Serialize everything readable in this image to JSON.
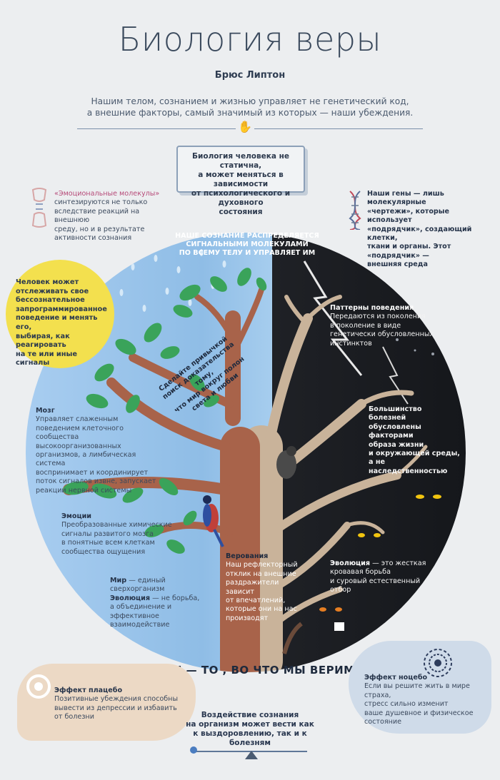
{
  "header": {
    "title": "Биология веры",
    "author": "Брюс Липтон",
    "intro_line1": "Нашим телом, сознанием и жизнью управляет не генетический код,",
    "intro_line2": "а внешние факторы, самый значимый из которых — наши убеждения."
  },
  "boxed": {
    "line1": "Биология человека не статична,",
    "line2": "а может меняться в зависимости",
    "line3": "от психологического и духовного",
    "line4": "состояния"
  },
  "left_top_note": {
    "l1": "«Эмоциональные молекулы»",
    "l2": "синтезируются не только",
    "l3": "вследствие реакций на внешнюю",
    "l4": "среду, но и в результате",
    "l5": "активности сознания"
  },
  "right_top_note": {
    "l1": "Наши гены — лишь молекулярные",
    "l2": "«чертежи», которые использует",
    "l3": "«подрядчик», создающий клетки,",
    "l4": "ткани и органы. Этот «подрядчик» —",
    "l5": "внешняя среда"
  },
  "top_black": {
    "l1": "НАШЕ СОЗНАНИЕ РАСПРЕДЕЛЯЕТСЯ",
    "l2": "СИГНАЛЬНЫМИ МОЛЕКУЛАМИ",
    "l3": "ПО ВСЕМУ ТЕЛУ И УПРАВЛЯЕТ ИМ"
  },
  "sun": {
    "l1": "Человек может",
    "l2": "отслеживать свое",
    "l3": "бессознательное",
    "l4": "запрограммированное",
    "l5": "поведение и менять его,",
    "l6": "выбирая, как реагировать",
    "l7": "на те или иные сигналы"
  },
  "patterns": {
    "title": "Паттерны поведения",
    "l1": "Передаются из поколения",
    "l2": "в поколение в виде",
    "l3": "генетически обусловленных",
    "l4": "инстинктов"
  },
  "diagonal": {
    "l1": "Сделайте привычкой",
    "l2": "поиск доказательства тому,",
    "l3": "что мир вокруг полон",
    "l4": "света и любви"
  },
  "brain": {
    "title": "Мозг",
    "l1": "Управляет слаженным",
    "l2": "поведением клеточного",
    "l3": "сообщества высокоорганизованных",
    "l4": "организмов, а лимбическая система",
    "l5": "воспринимает и координирует",
    "l6": "поток сигналов извне, запускает",
    "l7": "реакции нервной системы"
  },
  "diseases": {
    "l1": "Большинство болезней",
    "l2": "обусловлены факторами",
    "l3": "образа жизни",
    "l4": "и окружающей среды,",
    "l5": "а не наследственностью"
  },
  "emotions": {
    "title": "Эмоции",
    "l1": "Преобразованные химические",
    "l2": "сигналы развитого мозга",
    "l3": "в понятные всем клеткам",
    "l4": "сообщества ощущения"
  },
  "beliefs": {
    "title": "Верования",
    "l1": "Наш рефлекторный",
    "l2": "отклик на внешние",
    "l3": "раздражители зависит",
    "l4": "от впечатлений,",
    "l5": "которые они на нас",
    "l6": "производят"
  },
  "evolution_dark": {
    "title": "Эволюция",
    "l1": " — это жесткая",
    "l2": "кровавая борьба",
    "l3": "и суровый естественный",
    "l4": "отбор"
  },
  "world": {
    "t1": "Мир",
    "l1": " — единый сверхорганизм",
    "t2": "Эволюция",
    "l2": " — не борьба,",
    "l3": "а объединение и эффективное",
    "l4": "взаимодействие"
  },
  "motto": "МЫ — ТО , ВО ЧТО МЫ ВЕРИМ",
  "placebo": {
    "title": "Эффект плацебо",
    "l1": "Позитивные убеждения способны",
    "l2": "вывести из депрессии и избавить",
    "l3": "от болезни"
  },
  "nocebo": {
    "title": "Эффект ноцебо",
    "l1": "Если вы решите жить в мире страха,",
    "l2": "стресс сильно изменит",
    "l3": "ваше душевное и физическое",
    "l4": "состояние"
  },
  "center": {
    "l1": "Воздействие сознания",
    "l2": "на организм может вести как",
    "l3": "к выздоровлению, так и к болезням"
  },
  "colors": {
    "sky": "#8fbde6",
    "night": "#1a1c20",
    "trunk": "#a8634a",
    "leaf": "#3aa35a",
    "sun": "#f3e04e",
    "accent_pink": "#b64a78"
  }
}
